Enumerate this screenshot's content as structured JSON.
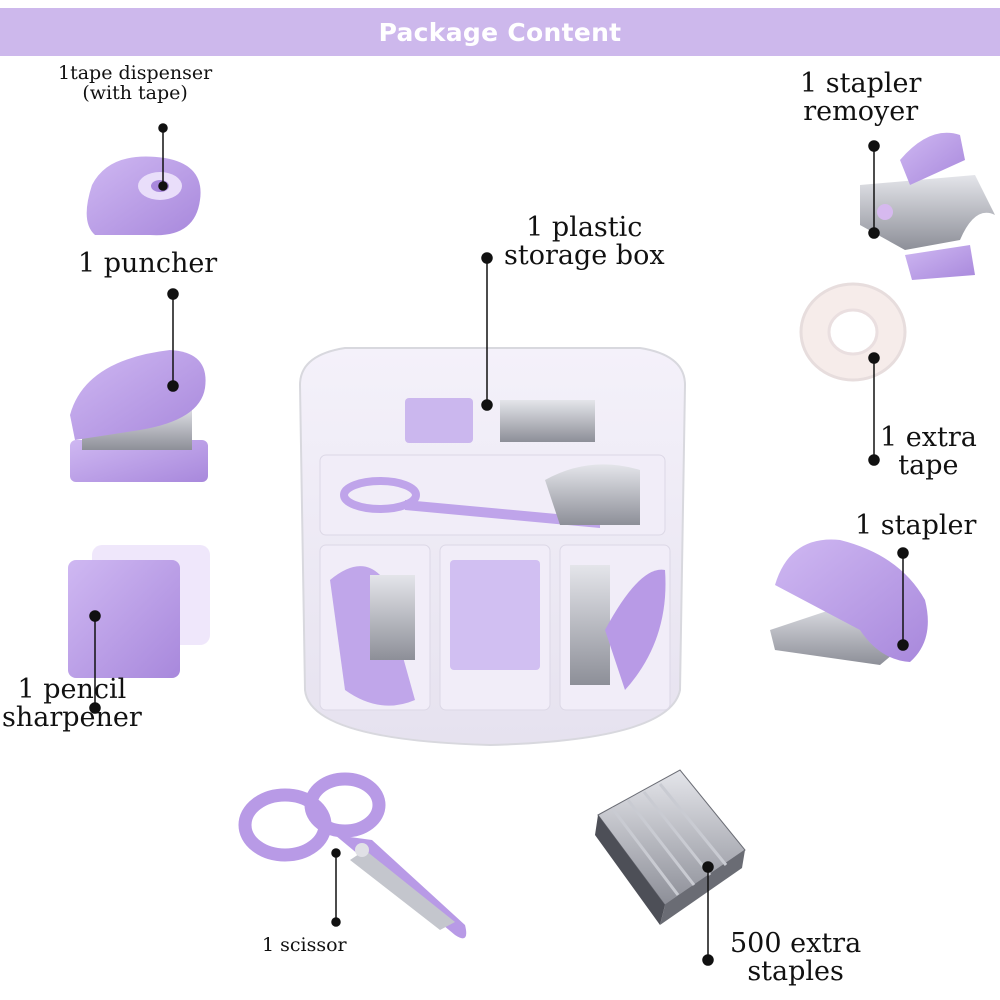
{
  "header": {
    "title": "Package Content"
  },
  "items": {
    "tape_dispenser": "1tape dispenser\n(with tape)",
    "puncher": "1 puncher",
    "pencil_sharpener": "1 pencil\nsharpener",
    "scissor": "1 scissor",
    "storage_box": "1 plastic\nstorage box",
    "stapler_remover": "1 stapler\nremoyer",
    "extra_tape": "1 extra\ntape",
    "stapler": "1 stapler",
    "extra_staples": "500 extra\nstaples"
  },
  "colors": {
    "banner": "#cdb8ec",
    "lavender": "#b89ae6",
    "lavender_light": "#d9c8f4",
    "metal": "#a7a9b1",
    "box_edge": "#d8d8de"
  }
}
